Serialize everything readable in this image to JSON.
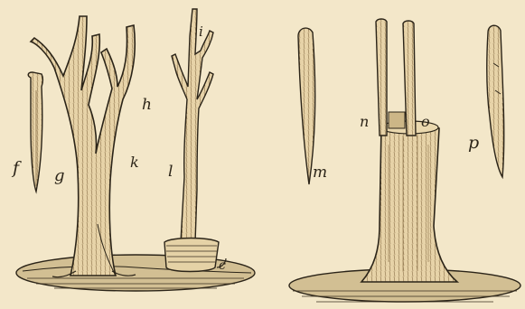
{
  "labels": {
    "f": "f",
    "g": "g",
    "h": "h",
    "k": "k",
    "l": "l",
    "i": "i",
    "c": "c",
    "m": "m",
    "n": "n",
    "o": "o",
    "p": "p"
  },
  "colors": {
    "paper": "#f3e7c9",
    "ink": "#2b2418",
    "wood": "#e9d7b0",
    "shade": "#b89b6a"
  }
}
